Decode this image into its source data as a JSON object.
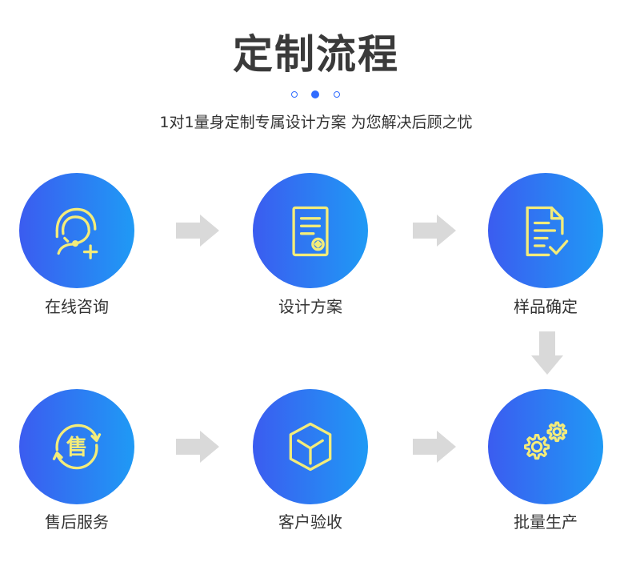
{
  "header": {
    "title": "定制流程",
    "subtitle": "1对1量身定制专属设计方案 为您解决后顾之忧"
  },
  "steps": [
    {
      "label": "在线咨询",
      "icon": "headset-support-icon"
    },
    {
      "label": "设计方案",
      "icon": "certificate-document-icon"
    },
    {
      "label": "样品确定",
      "icon": "document-check-icon"
    },
    {
      "label": "批量生产",
      "icon": "gears-icon"
    },
    {
      "label": "客户验收",
      "icon": "box-icon"
    },
    {
      "label": "售后服务",
      "icon": "after-sales-service-icon"
    }
  ],
  "icon_glyph_sale": "售",
  "colors": {
    "gradient_start": "#3b5cf0",
    "gradient_end": "#1f9af5",
    "icon_stroke": "#f3ec7a",
    "arrow": "#d9d9d9",
    "title": "#3a3a3a",
    "accent": "#2f6bff"
  }
}
